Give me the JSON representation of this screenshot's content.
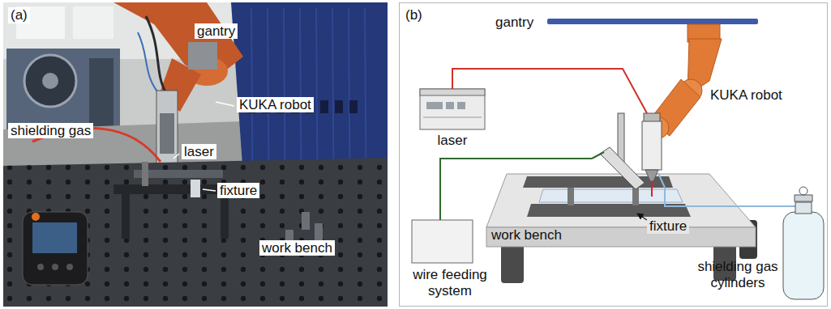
{
  "diagram": {
    "nodes": [
      {
        "text": [
          "(a)"
        ]
      },
      {
        "text": [
          "(b)"
        ]
      },
      {
        "text": [
          "laser"
        ],
        "in": 1
      },
      {
        "text": [
          "KUKA robot"
        ],
        "in": 1
      },
      {
        "text": [
          "wire feeding system"
        ],
        "in": 1
      },
      {
        "text": [
          "work bench"
        ],
        "in": 1
      },
      {
        "text": [
          "shielding gas cylinders"
        ],
        "in": 1
      }
    ],
    "edges": [
      {
        "from": 2,
        "to": 3,
        "arrow": "none"
      },
      {
        "from": 4,
        "to": 3,
        "arrow": "none"
      },
      {
        "from": 6,
        "to": 3,
        "arrow": "none"
      }
    ],
    "labels": [
      "gantry",
      "KUKA robot",
      "shielding gas",
      "laser",
      "fixture",
      "work bench",
      "gantry",
      "fixture"
    ]
  }
}
